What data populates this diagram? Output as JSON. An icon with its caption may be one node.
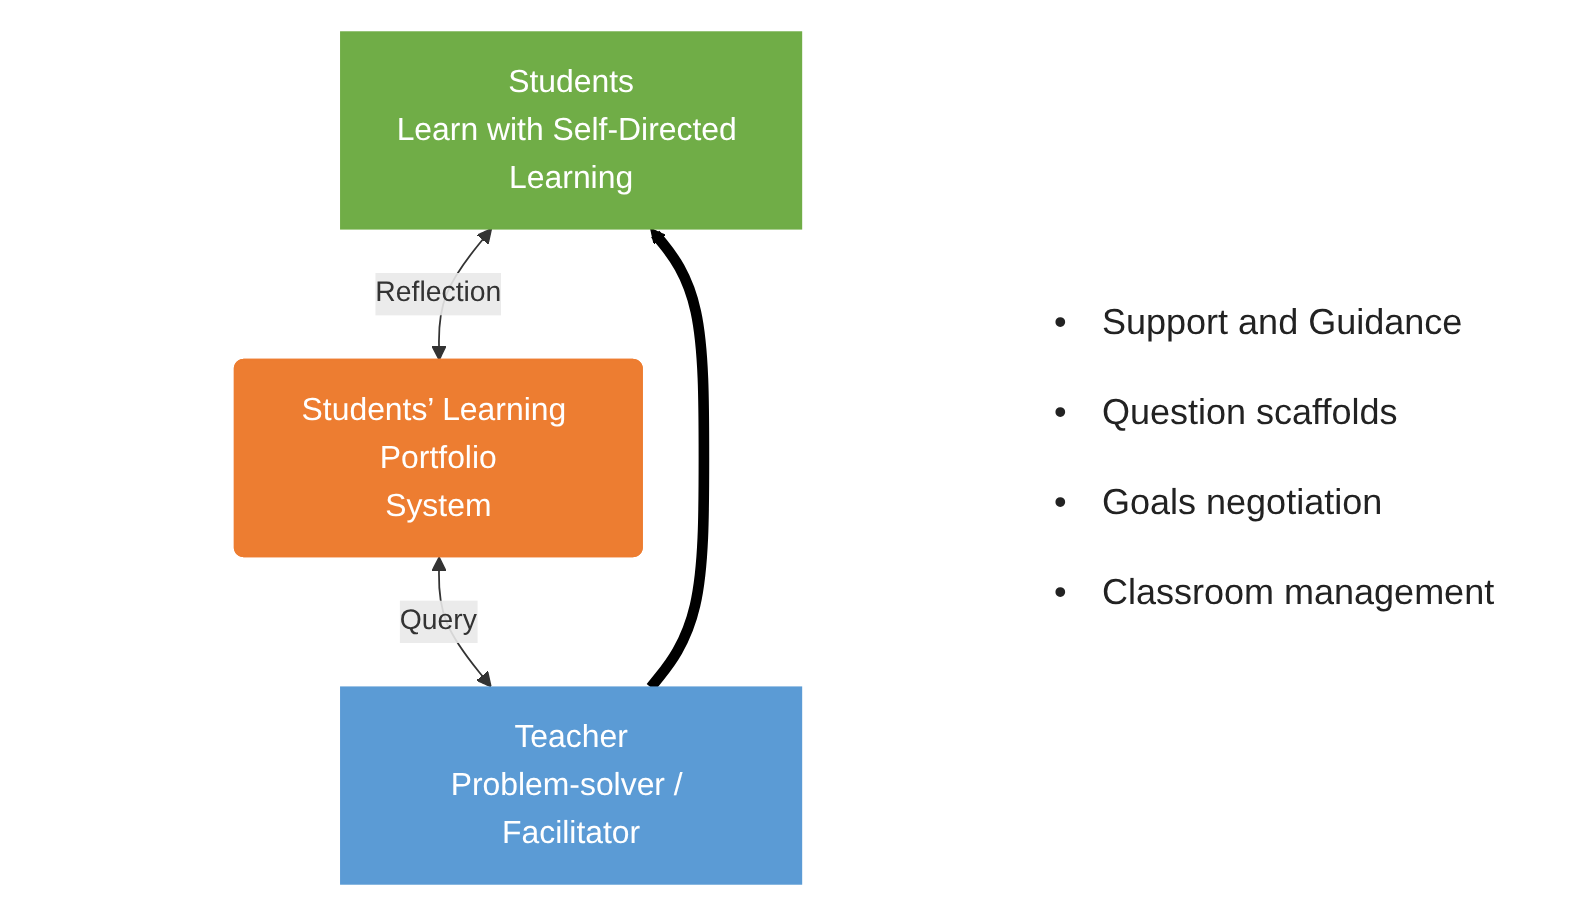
{
  "diagram": {
    "nodes": [
      {
        "text": [
          "Students",
          "Learn with Self-Directed Learning"
        ]
      },
      {
        "text": [
          "Students’ Learning Portfolio",
          "System"
        ]
      },
      {
        "text": [
          "Teacher",
          "Problem-solver / Facilitator"
        ]
      }
    ],
    "edges": [
      {
        "from": 1,
        "to": 0,
        "arrow": "both",
        "label": "Reflection"
      },
      {
        "from": 2,
        "to": 1,
        "arrow": "both",
        "label": "Query"
      },
      {
        "from": 2,
        "to": 0,
        "arrow": "to",
        "style": "thick",
        "color": "#000000"
      }
    ],
    "labels": [
      "•",
      "Support and Guidance",
      "•",
      "Question scaffolds",
      "•",
      "Goals negotiation",
      "•",
      "Classroom management"
    ]
  }
}
